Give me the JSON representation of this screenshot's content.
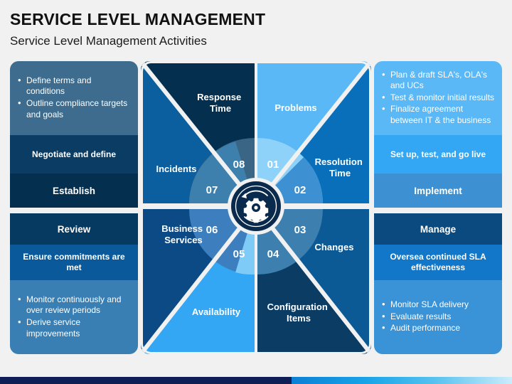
{
  "header": {
    "title": "SERVICE LEVEL MANAGEMENT",
    "subtitle": "Service Level Management Activities"
  },
  "colors": {
    "page_bg": "#f1f1f1",
    "steel": "#3d6c8e",
    "navy_mid": "#0b3c63",
    "navy_dark": "#042f4f",
    "blue_mid": "#0b5a96",
    "blue": "#0a66ad",
    "blue_soft": "#3a7fbc",
    "sky_light": "#5bb8f6",
    "sky": "#33a7f4",
    "sky_mid": "#3d91d2",
    "deco_navy": "#0d1f54"
  },
  "panels": {
    "top_left": {
      "bullets": [
        "Define terms and conditions",
        "Outline compliance targets and goals"
      ],
      "sub_label": "Negotiate and define",
      "head_label": "Establish"
    },
    "top_right": {
      "bullets": [
        "Plan & draft SLA's, OLA's and UCs",
        "Test & monitor initial results",
        "Finalize agreement between IT & the business"
      ],
      "sub_label": "Set up, test, and go live",
      "head_label": "Implement"
    },
    "bottom_left": {
      "head_label": "Review",
      "sub_label": "Ensure commitments are met",
      "bullets": [
        "Monitor continuously and over review periods",
        "Derive service improvements"
      ]
    },
    "bottom_right": {
      "head_label": "Manage",
      "sub_label": "Oversea continued SLA effectiveness",
      "bullets": [
        "Monitor SLA delivery",
        "Evaluate results",
        "Audit performance"
      ]
    }
  },
  "wheel": {
    "center_icon": "gear-refresh-icon",
    "segments": [
      {
        "number": "01",
        "label": "Problems",
        "fill": "#5bb8f6",
        "ring": "#8fd2f9"
      },
      {
        "number": "02",
        "label": "Resolution Time",
        "fill": "#0a6fbb",
        "ring": "#3d91d2"
      },
      {
        "number": "03",
        "label": "Changes",
        "fill": "#0b5a96",
        "ring": "#3d7fae"
      },
      {
        "number": "04",
        "label": "Configuration Items",
        "fill": "#0b3c63",
        "ring": "#3c6a8e"
      },
      {
        "number": "05",
        "label": "Availability",
        "fill": "#33a7f4",
        "ring": "#7fcbf8"
      },
      {
        "number": "06",
        "label": "Business Services",
        "fill": "#0b4a85",
        "ring": "#3d7fbe"
      },
      {
        "number": "07",
        "label": "Incidents",
        "fill": "#0c5f9e",
        "ring": "#3d80ae"
      },
      {
        "number": "08",
        "label": "Response Time",
        "fill": "#042f4f",
        "ring": "#3a6584"
      }
    ]
  }
}
